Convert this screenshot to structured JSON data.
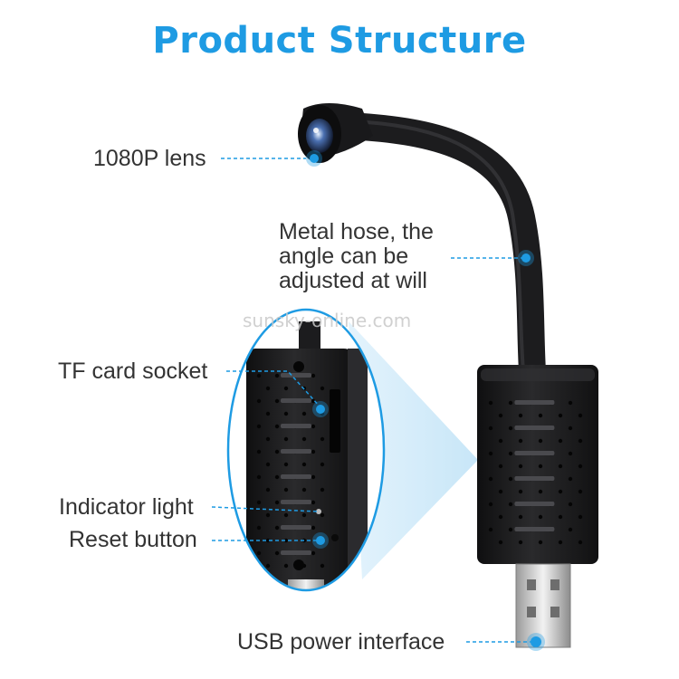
{
  "title": "Product Structure",
  "watermark": "sunsky-online.com",
  "labels": {
    "lens": "1080P lens",
    "hose_line1": "Metal hose, the",
    "hose_line2": "angle can be",
    "hose_line3": "adjusted at will",
    "tf_card": "TF card socket",
    "indicator": "Indicator light",
    "reset": "Reset button",
    "usb": "USB power interface"
  },
  "colors": {
    "title": "#1e9be3",
    "accent": "#1e9be3",
    "device": "#1c1c1e",
    "text": "#333333"
  }
}
